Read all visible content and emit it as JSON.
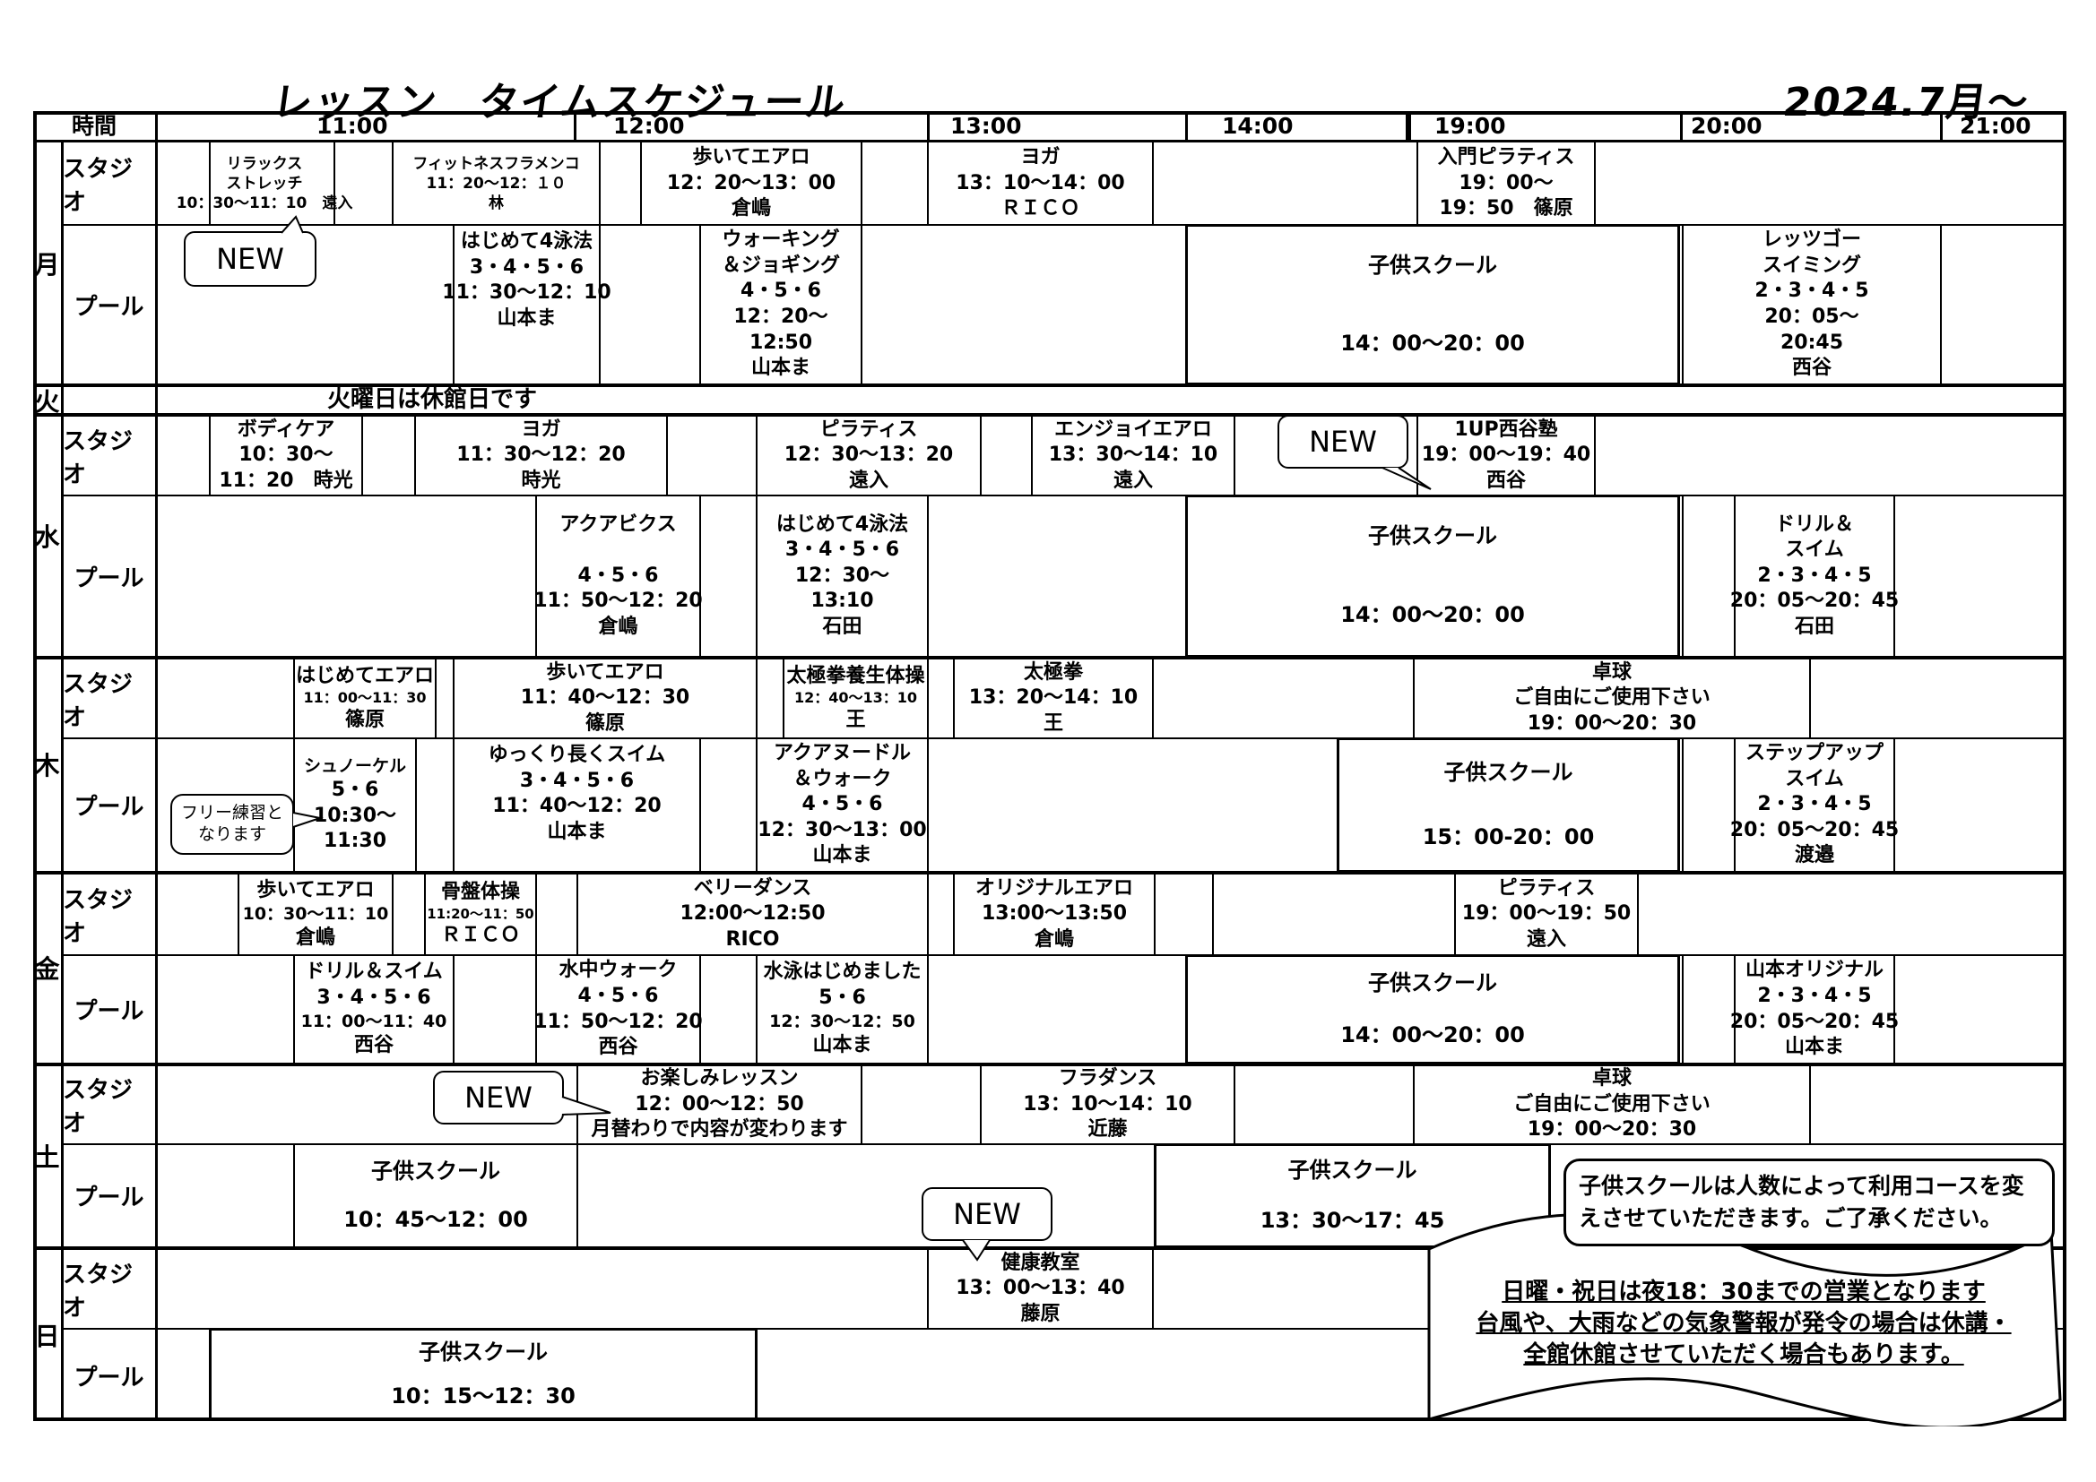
{
  "header": {
    "title": "レッスン　タイムスケジュール",
    "period": "2024.7月～"
  },
  "times": {
    "label": "時間",
    "slots": [
      "11:00",
      "12:00",
      "13:00",
      "14:00",
      "19:00",
      "20:00",
      "21:00"
    ]
  },
  "row_labels": {
    "studio": "スタジオ",
    "pool": "プール"
  },
  "days": {
    "mon": "月",
    "tue": "火",
    "wed": "水",
    "thu": "木",
    "fri": "金",
    "sat": "土",
    "sun": "日"
  },
  "tue_closed": "火曜日は休館日です",
  "bubbles": {
    "new": "NEW",
    "free_practice": [
      "フリー練習と",
      "なります"
    ]
  },
  "mon": {
    "studio": [
      {
        "l1": "リラックス",
        "l2": "ストレッチ",
        "l3": "10：30～11：10　遠入"
      },
      {
        "l1": "フィットネスフラメンコ",
        "l2": "11：20～12：１０",
        "l3": "林"
      },
      {
        "l1": "歩いてエアロ",
        "l2": "12：20～13：00",
        "l3": "倉嶋"
      },
      {
        "l1": "ヨガ",
        "l2": "13：10～14：00",
        "l3": "ＲＩＣＯ"
      },
      {
        "l1": "入門ピラティス",
        "l2": "19：00～",
        "l3": "19：50　篠原"
      }
    ],
    "pool": [
      {
        "l1": "はじめて4泳法",
        "l2": "3・4・5・6",
        "l3": "11：30～12：10",
        "l4": "山本ま"
      },
      {
        "l1": "ウォーキング",
        "l2": "＆ジョギング",
        "l3": "4・5・6",
        "l4": "12：20～",
        "l5": "12:50",
        "l6": "山本ま"
      },
      {
        "l1": "子供スクール",
        "l2": "14：00～20：00"
      },
      {
        "l1": "レッツゴー",
        "l2": "スイミング",
        "l3": "2・3・4・5",
        "l4": "20：05～",
        "l5": "20:45",
        "l6": "西谷"
      }
    ]
  },
  "wed": {
    "studio": [
      {
        "l1": "ボディケア",
        "l2": "10：30～",
        "l3": "11：20　時光"
      },
      {
        "l1": "ヨガ",
        "l2": "11：30～12：20",
        "l3": "時光"
      },
      {
        "l1": "ピラティス",
        "l2": "12：30～13：20",
        "l3": "遠入"
      },
      {
        "l1": "エンジョイエアロ",
        "l2": "13：30～14：10",
        "l3": "遠入"
      },
      {
        "l1": "1UP西谷塾",
        "l2": "19：00～19：40",
        "l3": "西谷"
      }
    ],
    "pool": [
      {
        "l1": "アクアビクス",
        "l2": "4・5・6",
        "l3": "11：50～12：20",
        "l4": "倉嶋"
      },
      {
        "l1": "はじめて4泳法",
        "l2": "3・4・5・6",
        "l3": "12：30～",
        "l4": "13:10",
        "l5": "石田"
      },
      {
        "l1": "子供スクール",
        "l2": "14：00～20：00"
      },
      {
        "l1": "ドリル＆",
        "l2": "スイム",
        "l3": "2・3・4・5",
        "l4": "20：05～20：45",
        "l5": "石田"
      }
    ]
  },
  "thu": {
    "studio": [
      {
        "l1": "はじめてエアロ",
        "l2": "11：00～11：30",
        "l3": "篠原"
      },
      {
        "l1": "歩いてエアロ",
        "l2": "11：40～12：30",
        "l3": "篠原"
      },
      {
        "l1": "太極拳養生体操",
        "l2": "12：40～13：10",
        "l3": "王"
      },
      {
        "l1": "太極拳",
        "l2": "13：20～14：10",
        "l3": "王"
      },
      {
        "l1": "卓球",
        "l2": "ご自由にご使用下さい",
        "l3": "19：00～20：30"
      }
    ],
    "pool": [
      {
        "l1": "シュノーケル",
        "l2": "5・6",
        "l3": "10:30～",
        "l4": "11:30"
      },
      {
        "l1": "ゆっくり長くスイム",
        "l2": "3・4・5・6",
        "l3": "11：40～12：20",
        "l4": "山本ま"
      },
      {
        "l1": "アクアヌードル",
        "l2": "＆ウォーク",
        "l3": "4・5・6",
        "l4": "12：30～13：00",
        "l5": "山本ま"
      },
      {
        "l1": "子供スクール",
        "l2": "15：00-20：00"
      },
      {
        "l1": "ステップアップ",
        "l2": "スイム",
        "l3": "2・3・4・5",
        "l4": "20：05～20：45",
        "l5": "渡邉"
      }
    ]
  },
  "fri": {
    "studio": [
      {
        "l1": "歩いてエアロ",
        "l2": "10：30～11：10",
        "l3": "倉嶋"
      },
      {
        "l1": "骨盤体操",
        "l2": "11:20～11：50",
        "l3": "ＲＩＣＯ"
      },
      {
        "l1": "ベリーダンス",
        "l2": "12:00～12:50",
        "l3": "RICO"
      },
      {
        "l1": "オリジナルエアロ",
        "l2": "13:00～13:50",
        "l3": "倉嶋"
      },
      {
        "l1": "ピラティス",
        "l2": "19：00～19：50",
        "l3": "遠入"
      }
    ],
    "pool": [
      {
        "l1": "ドリル＆スイム",
        "l2": "3・4・5・6",
        "l3": "11：00～11：40",
        "l4": "西谷"
      },
      {
        "l1": "水中ウォーク",
        "l2": "4・5・6",
        "l3": "11：50～12：20",
        "l4": "西谷"
      },
      {
        "l1": "水泳はじめました",
        "l2": "5・6",
        "l3": "12：30～12：50",
        "l4": "山本ま"
      },
      {
        "l1": "子供スクール",
        "l2": "14：00～20：00"
      },
      {
        "l1": "山本オリジナル",
        "l2": "2・3・4・5",
        "l3": "20：05～20：45",
        "l4": "山本ま"
      }
    ]
  },
  "sat": {
    "studio": [
      {
        "l1": "お楽しみレッスン",
        "l2": "12：00～12：50",
        "l3": "月替わりで内容が変わります"
      },
      {
        "l1": "フラダンス",
        "l2": "13：10～14：10",
        "l3": "近藤"
      },
      {
        "l1": "卓球",
        "l2": "ご自由にご使用下さい",
        "l3": "19：00～20：30"
      }
    ],
    "pool": [
      {
        "l1": "子供スクール",
        "l2": "10：45～12：00"
      },
      {
        "l1": "子供スクール",
        "l2": "13：30～17：45"
      }
    ]
  },
  "sun": {
    "studio": [
      {
        "l1": "健康教室",
        "l2": "13：00～13：40",
        "l3": "藤原"
      }
    ],
    "pool": [
      {
        "l1": "子供スクール",
        "l2": "10：15～12：30"
      }
    ]
  },
  "notes": {
    "kids": "子供スクールは人数によって利用コースを変えさせていただきます。ご了承ください。",
    "sunday_l1": "日曜・祝日は夜18：30までの営業となります",
    "sunday_l2": "台風や、大雨などの気象警報が発令の場合は休講・",
    "sunday_l3": "全館休館させていただく場合もあります。"
  }
}
